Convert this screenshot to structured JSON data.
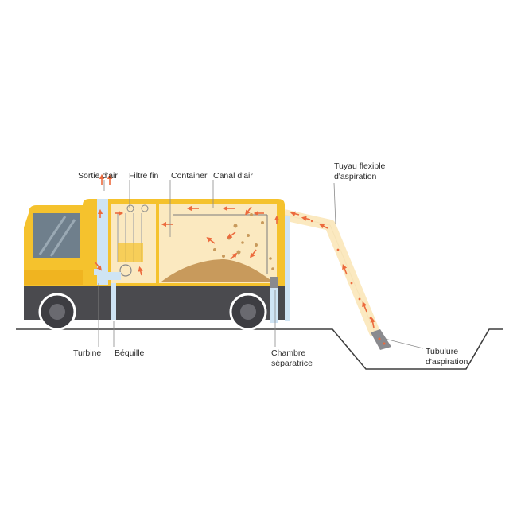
{
  "labels": {
    "sortie_air": "Sortie d'air",
    "filtre_fin": "Filtre fin",
    "container": "Container",
    "canal_air": "Canal d'air",
    "tuyau_line1": "Tuyau flexible",
    "tuyau_line2": "d'aspiration",
    "turbine": "Turbine",
    "bequille": "Béquille",
    "chambre_line1": "Chambre",
    "chambre_line2": "séparatrice",
    "tubulure_line1": "Tubulure",
    "tubulure_line2": "d'aspiration"
  },
  "colors": {
    "truck_yellow": "#f5c22d",
    "cab_window": "#6f7f8c",
    "chassis": "#4a4a4e",
    "wheel": "#3d3d42",
    "container_fill": "#fbe9c0",
    "material": "#c89a5c",
    "air_duct": "#cfe4f4",
    "arrow": "#ec6a3d",
    "leader": "#8a8a8a",
    "ground": "#3d3d3d"
  },
  "icons": [
    "flow-arrow-icon"
  ]
}
